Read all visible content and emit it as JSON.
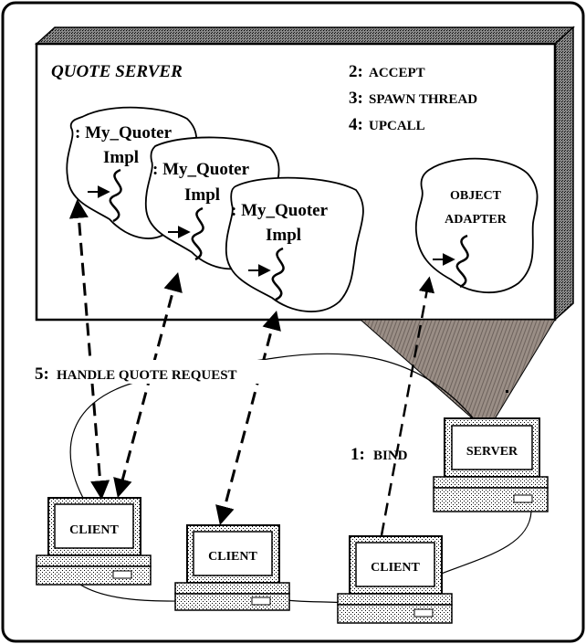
{
  "server_box": {
    "title": "QUOTE SERVER"
  },
  "steps": {
    "accept": {
      "num": "2:",
      "text": "ACCEPT"
    },
    "spawn": {
      "num": "3:",
      "text": "SPAWN THREAD"
    },
    "upcall": {
      "num": "4:",
      "text": "UPCALL"
    },
    "handle": {
      "num": "5:",
      "text": "HANDLE QUOTE REQUEST"
    },
    "bind": {
      "num": "1:",
      "text": "BIND"
    }
  },
  "servants": [
    {
      "line1": ": My_Quoter",
      "line2": "Impl"
    },
    {
      "line1": ": My_Quoter",
      "line2": "Impl"
    },
    {
      "line1": ": My_Quoter",
      "line2": "Impl"
    }
  ],
  "adapter": {
    "line1": "OBJECT",
    "line2": "ADAPTER"
  },
  "computers": {
    "server": "SERVER",
    "client1": "CLIENT",
    "client2": "CLIENT",
    "client3": "CLIENT"
  }
}
